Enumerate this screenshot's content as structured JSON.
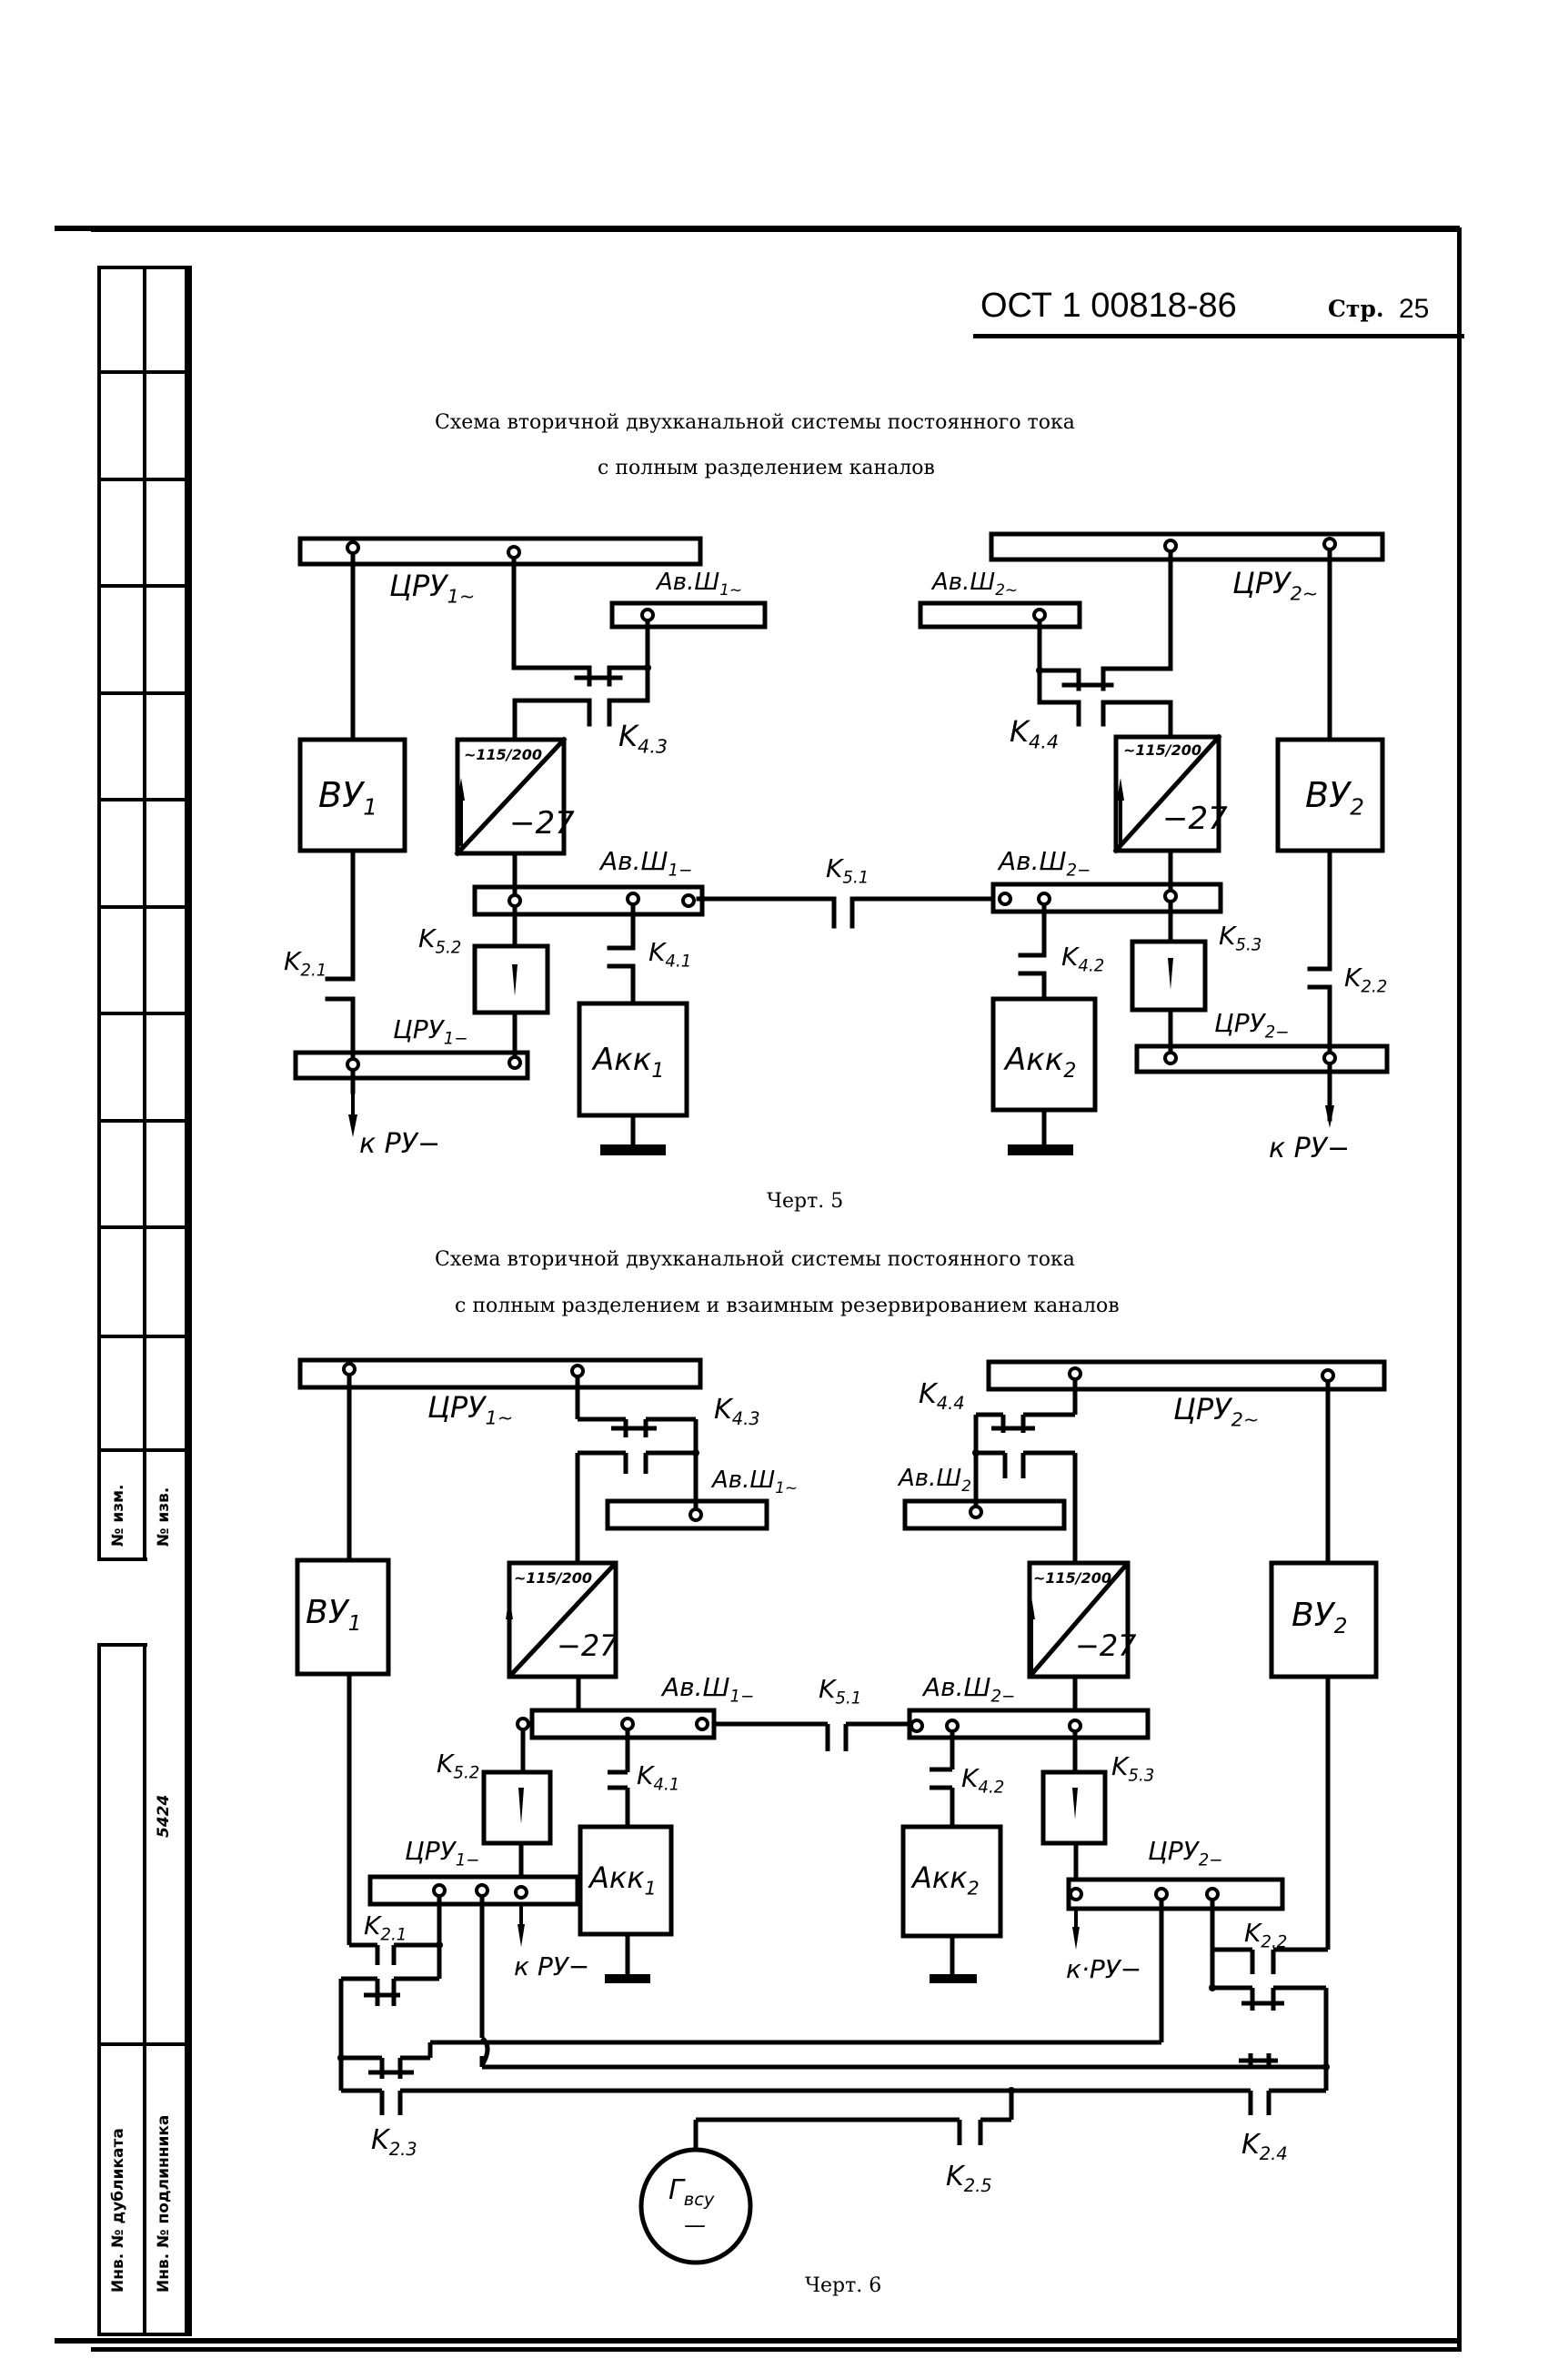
{
  "header": {
    "doc_number": "ОСТ 1 00818-86",
    "page_label": "Стр.",
    "page_number": "25"
  },
  "stamp": {
    "izm_label": "№ изм.",
    "izv_label": "№ изв.",
    "dup_label": "Инв. № дубликата",
    "orig_label": "Инв. № подлинника",
    "orig_value": "5424"
  },
  "figure5": {
    "title_line1": "Схема вторичной двухканальной системы постоянного тока",
    "title_line2": "с полным разделением каналов",
    "caption": "Черт. 5",
    "labels": {
      "cru1_ac": "ЦРУ",
      "cru1_ac_sub": "1~",
      "cru2_ac": "ЦРУ",
      "cru2_ac_sub": "2~",
      "avsh1_ac": "Ав.Ш",
      "avsh1_ac_sub": "1~",
      "avsh2_ac": "Ав.Ш",
      "avsh2_ac_sub": "2~",
      "vu1": "ВУ",
      "vu1_sub": "1",
      "vu2": "ВУ",
      "vu2_sub": "2",
      "conv_ac": "~115/200",
      "conv_dc": "−27",
      "k43": "K",
      "k43_sub": "4.3",
      "k44": "K",
      "k44_sub": "4.4",
      "avsh1_dc": "Ав.Ш",
      "avsh1_dc_sub": "1−",
      "avsh2_dc": "Ав.Ш",
      "avsh2_dc_sub": "2−",
      "k51": "K",
      "k51_sub": "5.1",
      "k52": "K",
      "k52_sub": "5.2",
      "k53": "K",
      "k53_sub": "5.3",
      "k41": "K",
      "k41_sub": "4.1",
      "k42": "K",
      "k42_sub": "4.2",
      "k21": "K",
      "k21_sub": "2.1",
      "k22": "K",
      "k22_sub": "2.2",
      "cru1_dc": "ЦРУ",
      "cru1_dc_sub": "1−",
      "cru2_dc": "ЦРУ",
      "cru2_dc_sub": "2−",
      "akk1": "Акк",
      "akk1_sub": "1",
      "akk2": "Акк",
      "akk2_sub": "2",
      "to_ru1": "к РУ−",
      "to_ru2": "к РУ−"
    }
  },
  "figure6": {
    "title_line1": "Схема вторичной двухканальной системы постоянного тока",
    "title_line2": "с полным разделением и  взаимным  резервированием каналов",
    "caption": "Черт.   6",
    "labels": {
      "cru1_ac": "ЦРУ",
      "cru1_ac_sub": "1~",
      "cru2_ac": "ЦРУ",
      "cru2_ac_sub": "2~",
      "avsh1_ac": "Ав.Ш",
      "avsh1_ac_sub": "1~",
      "avsh2_ac": "Ав.Ш",
      "avsh2_ac_sub": "2",
      "vu1": "ВУ",
      "vu1_sub": "1",
      "vu2": "ВУ",
      "vu2_sub": "2",
      "conv_ac": "~115/200",
      "conv_dc": "−27",
      "k43": "K",
      "k43_sub": "4.3",
      "k44": "K",
      "k44_sub": "4.4",
      "avsh1_dc": "Ав.Ш",
      "avsh1_dc_sub": "1−",
      "avsh2_dc": "Ав.Ш",
      "avsh2_dc_sub": "2−",
      "k51": "K",
      "k51_sub": "5.1",
      "k52": "K",
      "k52_sub": "5.2",
      "k53": "K",
      "k53_sub": "5.3",
      "k41": "K",
      "k41_sub": "4.1",
      "k42": "K",
      "k42_sub": "4.2",
      "k21": "K",
      "k21_sub": "2.1",
      "k22": "K",
      "k22_sub": "2.2",
      "k23": "K",
      "k23_sub": "2.3",
      "k24": "K",
      "k24_sub": "2.4",
      "k25": "K",
      "k25_sub": "2.5",
      "cru1_dc": "ЦРУ",
      "cru1_dc_sub": "1−",
      "cru2_dc": "ЦРУ",
      "cru2_dc_sub": "2−",
      "akk1": "Акк",
      "akk1_sub": "1",
      "akk2": "Акк",
      "akk2_sub": "2",
      "to_ru1": "к РУ−",
      "to_ru2": "к·РУ−",
      "gen": "Г",
      "gen_sub": "всу",
      "gen_type": "—"
    }
  }
}
